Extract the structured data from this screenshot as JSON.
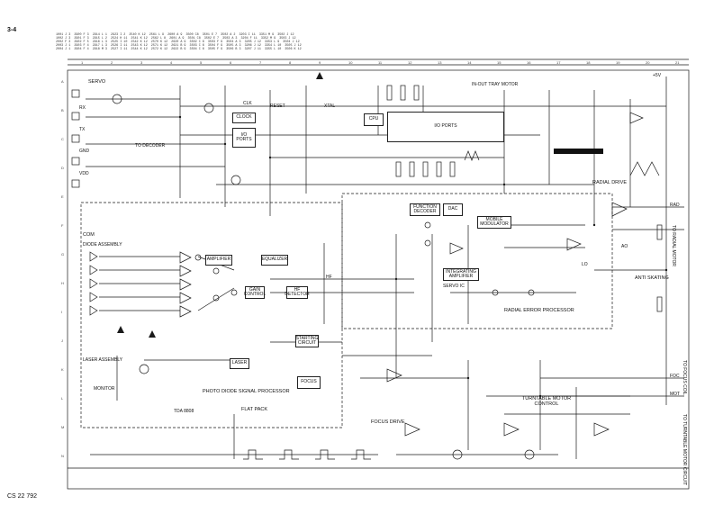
{
  "page_id": "3-4",
  "document_code": "CS 22 792",
  "sections": {
    "servo": "SERVO",
    "radial_drive": "RADIAL DRIVE",
    "anti_skating": "ANTI SKATING",
    "radial_error_processor": "RADIAL ERROR PROCESSOR",
    "photo_diode_processor": "PHOTO DIODE SIGNAL PROCESSOR",
    "flat_pack": "FLAT PACK",
    "focus_drive": "FOCUS DRIVE",
    "turntable_motor_control": "TURNTABLE MOTOR CONTROL",
    "com": "COM",
    "diode_assembly": "DIODE ASSEMBLY",
    "laser_assembly": "LASER ASSEMBLY",
    "monitor": "MONITOR"
  },
  "blocks": {
    "clock": "CLOCK",
    "io_ports_small": "I/O PORTS",
    "cpu": "CPU",
    "io_ports": "I/O PORTS",
    "function_decoder": "FUNCTION DECODER",
    "mobile_modulator": "MOBILE MODULATOR",
    "dac": "DAC",
    "amplifier": "AMPLIFIER",
    "equalizer": "EQUALIZER",
    "gain_control": "GAIN CONTROL",
    "hf_detector": "HF DETECTOR",
    "laser": "LASER",
    "starting_circuit": "STARTING CIRCUIT",
    "focus_amp": "FOCUS",
    "integrating_amp": "INTEGRATING AMPLIFIER"
  },
  "chips": {
    "tda": "TDA 8808",
    "servo_ic": "SERVO IC"
  },
  "grid_columns": [
    "1",
    "2",
    "3",
    "4",
    "5",
    "6",
    "7",
    "8",
    "9",
    "10",
    "11",
    "12",
    "13",
    "14",
    "15",
    "16",
    "17",
    "18",
    "19",
    "20",
    "21"
  ],
  "grid_rows": [
    "A",
    "B",
    "C",
    "D",
    "E",
    "F",
    "G",
    "H",
    "I",
    "J",
    "K",
    "L",
    "M",
    "N"
  ],
  "reference_table": [
    "1001 J 3  2900 F 3  2914 L 1  2923 I 2  2540 K 12  2561 L 9  2600 A 9  3500 C8  3501 E 7  3502 A 2  3203 I 11  3351 M 9  3502 J 12",
    "1002 J 3  2901 F 3  2915 L 2  2524 H 11  2541 K 12  2562 L 8  2601 A 9  3501 C8  3502 E 7  3503 A 3  3204 F 11  3352 M 9  3503 J 12",
    "2002 F 3  2902 F 5  2916 L 3  2525 I 10  2542 K 12  2570 K 12  2620 A 9  3502 C 6  3503 F 9  3504 A 3  3205 J 12  3353 L 9  3504 J 12",
    "2003 J 1  2903 F 4  2917 L 3  2526 I 11  2543 K 12  2571 K 12  2621 B 9  3503 C 6  3504 F 9  3505 A 3  3206 J 12  3354 L 10  3505 J 12",
    "2004 J 1  2904 F 4  2918 M 3  2527 I 11  2544 K 12  2572 K 12  2622 B 9  3504 C 6  3505 F 9  3506 B 3  3207 J 11  3355 L 10  3506 K 12"
  ],
  "pins": {
    "clk": "CLK",
    "rx": "RX",
    "tx": "TX",
    "xtal": "XTAL",
    "reset": "RESET",
    "gnd": "GND",
    "vdd": "VDD",
    "vcc": "+5V",
    "rad": "RAD",
    "foc": "FOC",
    "mot": "MOT",
    "hf": "HF",
    "lo": "LO",
    "ao": "AO"
  },
  "notes": {
    "to_decoder": "TO DECODER",
    "to_turntable": "TO TURNTABLE MOTOR CIRCUIT",
    "to_radial": "TO RADIAL MOTOR",
    "to_focus": "TO FOCUS COIL",
    "mode_note": "IN-OUT TRAY MOTOR"
  },
  "colors": {
    "line": "#1a1a1a",
    "paper": "#ffffff"
  }
}
